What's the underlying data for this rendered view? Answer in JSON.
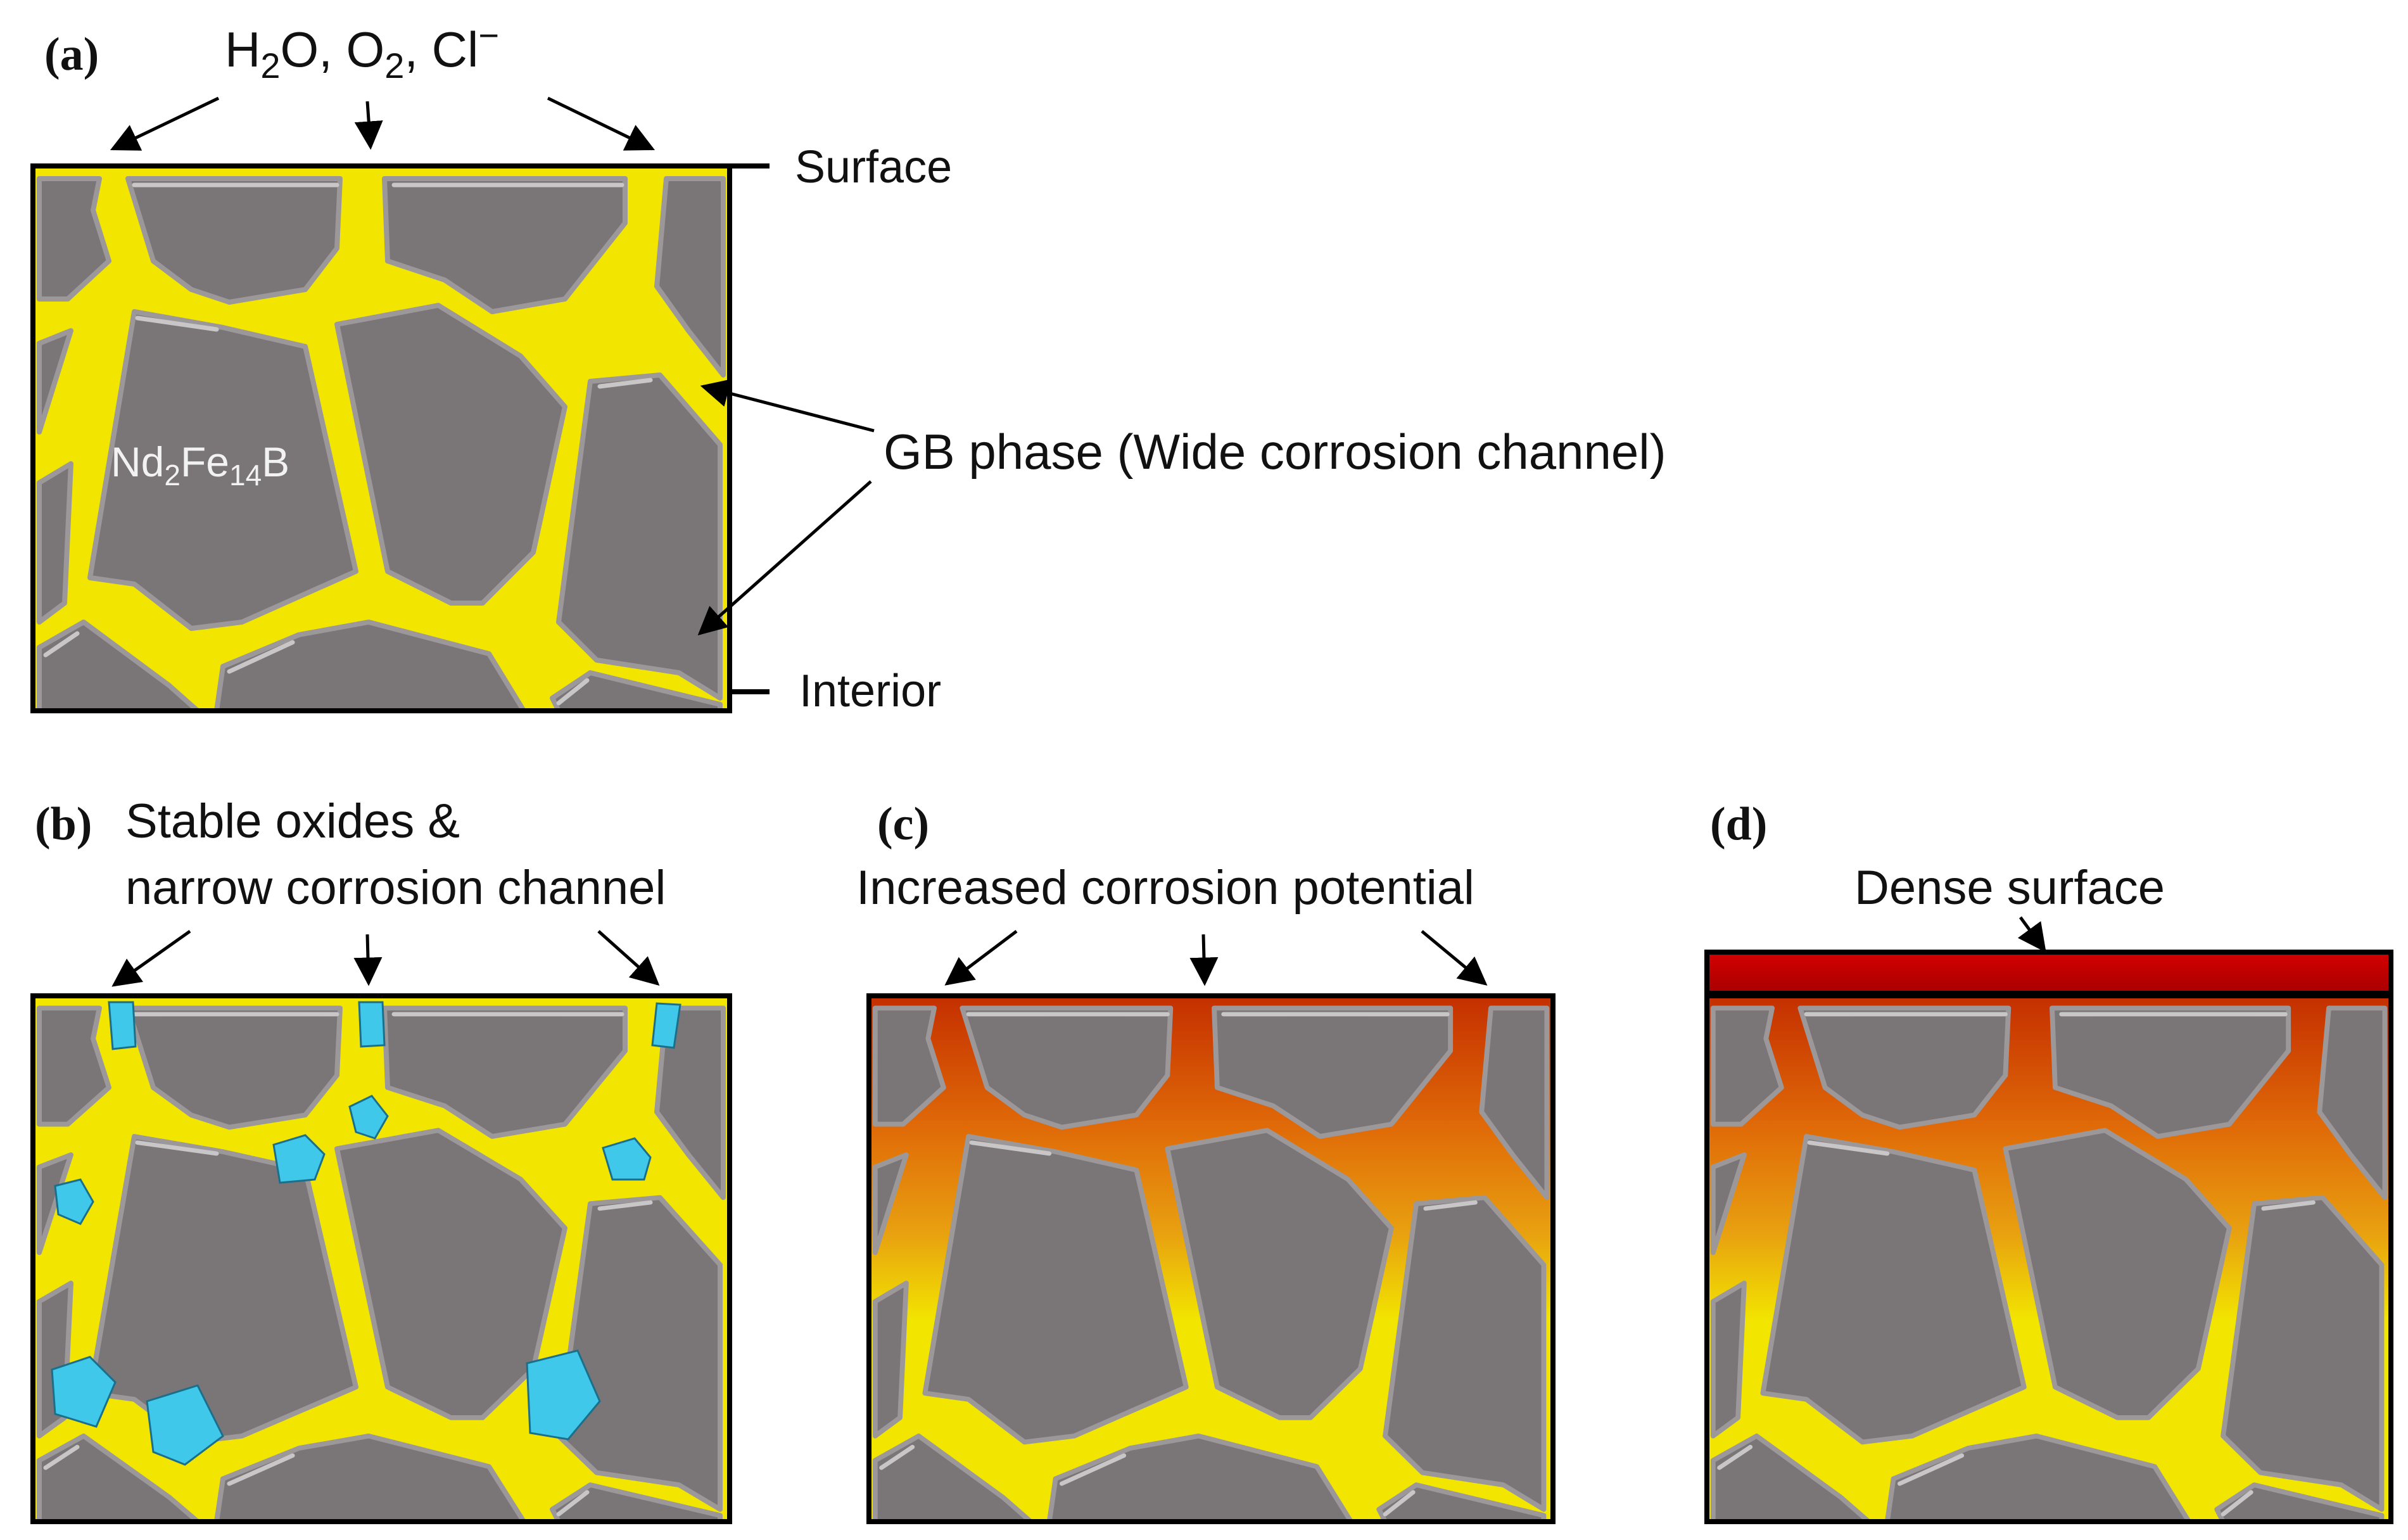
{
  "panels": [
    {
      "id": "a",
      "label": "(a)",
      "top_text": [
        "H",
        "2",
        "O, O",
        "2",
        ", Cl",
        "−"
      ],
      "side_labels": [
        "Surface",
        "Interior"
      ],
      "grain_label": [
        "Nd",
        "2",
        "Fe",
        "14",
        "B"
      ],
      "callout": "GB phase (Wide corrosion channel)"
    },
    {
      "id": "b",
      "label": "(b)",
      "title_lines": [
        "Stable oxides &",
        "narrow corrosion channel"
      ]
    },
    {
      "id": "c",
      "label": "(c)",
      "title": "Increased corrosion potential"
    },
    {
      "id": "d",
      "label": "(d)",
      "title": "Dense surface"
    }
  ],
  "colors": {
    "grain": "#7a7577",
    "gb_phase": "#f2e600",
    "oxide": "#3fc8ea",
    "surface_layer": "#c80000",
    "gradient_top": "#c83a00",
    "gradient_mid": "#e88a10"
  }
}
